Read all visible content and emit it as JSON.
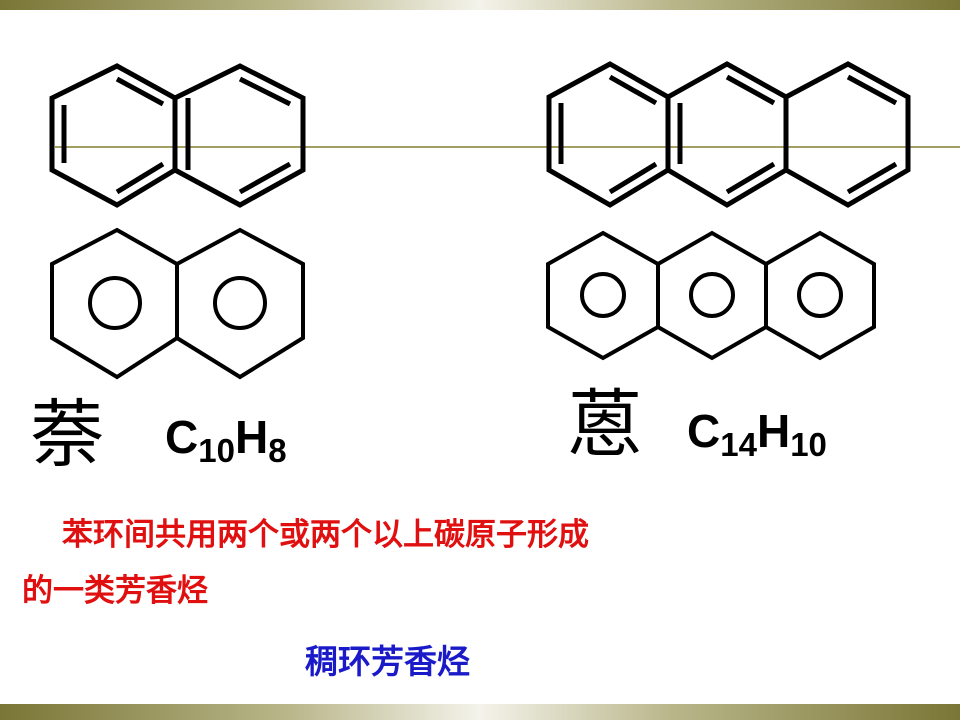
{
  "molecules": [
    {
      "name": "萘",
      "formula_c": "C",
      "formula_c_count": "10",
      "formula_h": "H",
      "formula_h_count": "8"
    },
    {
      "name": "蒽",
      "formula_c": "C",
      "formula_c_count": "14",
      "formula_h": "H",
      "formula_h_count": "10"
    }
  ],
  "definition": {
    "line1": "苯环间共用两个或两个以上碳原子形成",
    "line2": "的一类芳香烃"
  },
  "term": "稠环芳香烃",
  "colors": {
    "definition_text": "#e01010",
    "term_text": "#1a1ac8",
    "band": "#7a7636",
    "rule": "#a39f62"
  }
}
